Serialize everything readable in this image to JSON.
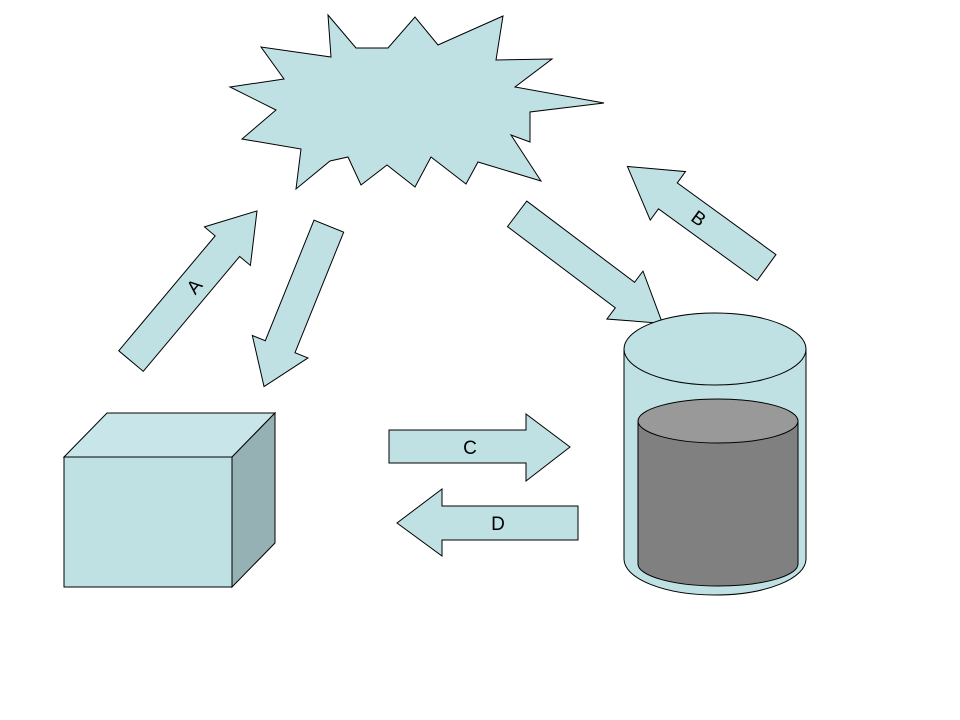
{
  "colors": {
    "fill": "#c0e1e4",
    "box_side": "#96b1b4",
    "box_top": "#c8e6e9",
    "content": "#808080",
    "content_top": "#999999",
    "stroke": "#000000",
    "background": "#ffffff"
  },
  "arrows": {
    "a": {
      "label": "A"
    },
    "b": {
      "label": "B"
    },
    "c": {
      "label": "C"
    },
    "d": {
      "label": "D"
    }
  }
}
